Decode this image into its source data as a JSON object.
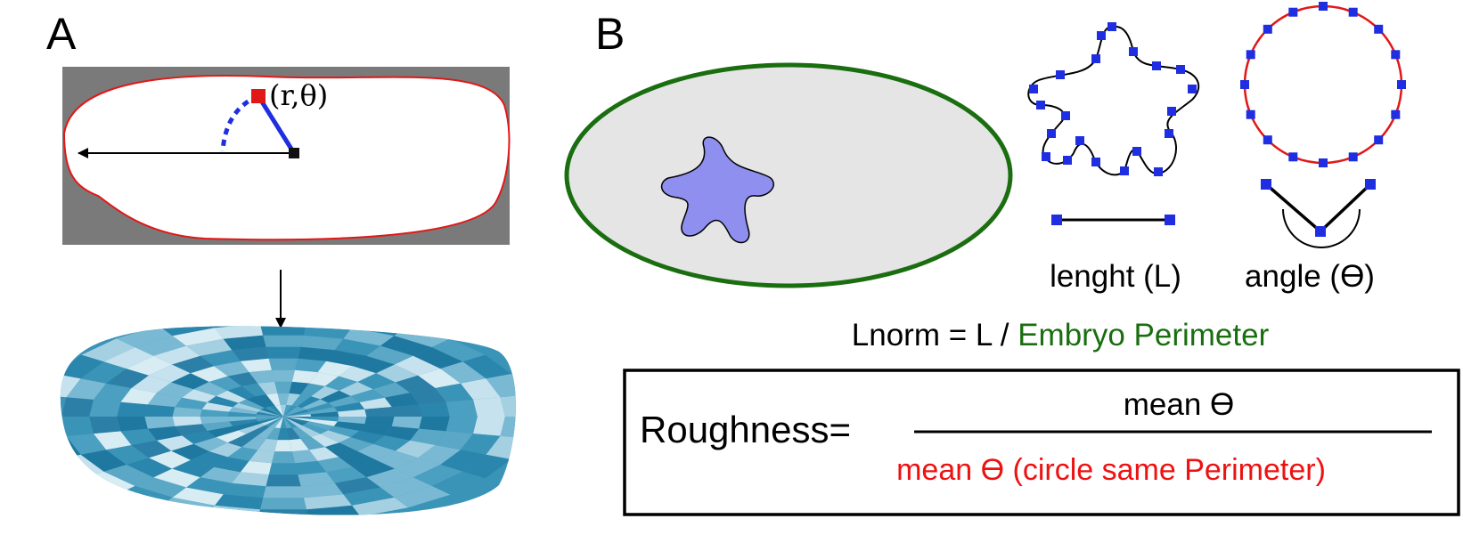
{
  "panel_a": {
    "label": "A",
    "point_label": "(r,θ)"
  },
  "panel_b": {
    "label": "B",
    "length_caption": "lenght (L)",
    "angle_caption": "angle (ϴ)",
    "lnorm_prefix": "Lnorm = L / ",
    "lnorm_highlight": "Embryo Perimeter",
    "roughness_label": "Roughness=",
    "numerator": "mean ϴ",
    "denominator": "mean ϴ (circle same Perimeter)"
  },
  "colors": {
    "embryo_outline": "#1a6e10",
    "embryo_fill": "#e5e5e5",
    "cell_fill": "#8f8ff0",
    "marker": "#1f2ee0",
    "contour": "#e01818",
    "heatmap_dark": "#1f78a0",
    "heatmap_light": "#d8ecf3",
    "highlight_red": "#ee1111"
  }
}
